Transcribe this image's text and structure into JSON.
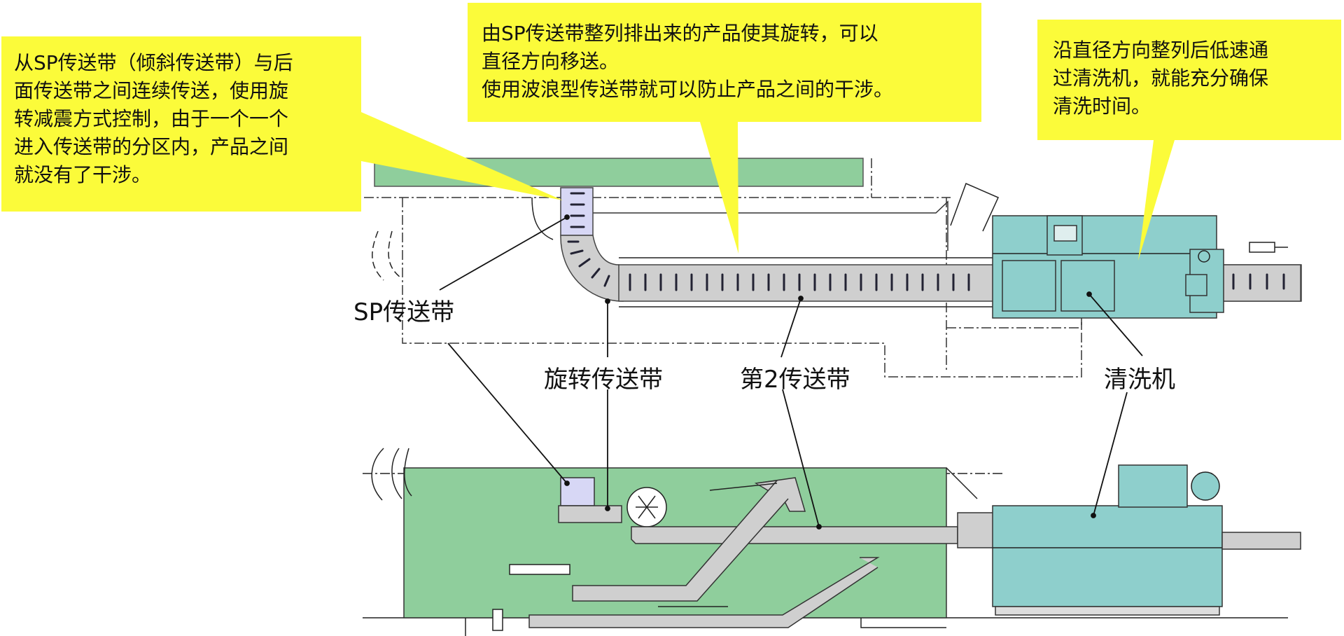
{
  "callouts": {
    "sp_belt": "从SP传送带（倾斜传送带）与后\n面传送带之间连续传送，使用旋\n转减震方式控制，由于一个一个\n进入传送带的分区内，产品之间\n就没有了干涉。",
    "rotation": "由SP传送带整列排出来的产品使其旋转，可以\n直径方向移送。\n使用波浪型传送带就可以防止产品之间的干涉。",
    "washer": "沿直径方向整列后低速通\n过清洗机，就能充分确保\n清洗时间。"
  },
  "labels": {
    "sp_belt": "SP传送带",
    "rotary_belt": "旋转传送带",
    "second_belt": "第2传送带",
    "washer": "清洗机"
  },
  "colors": {
    "callout_bg": "#fbfb3a",
    "frame_green": "#8fce9c",
    "machine_teal": "#8ecfcc",
    "belt_gray": "#cfcfcf",
    "sp_purple": "#d7d7f5"
  }
}
